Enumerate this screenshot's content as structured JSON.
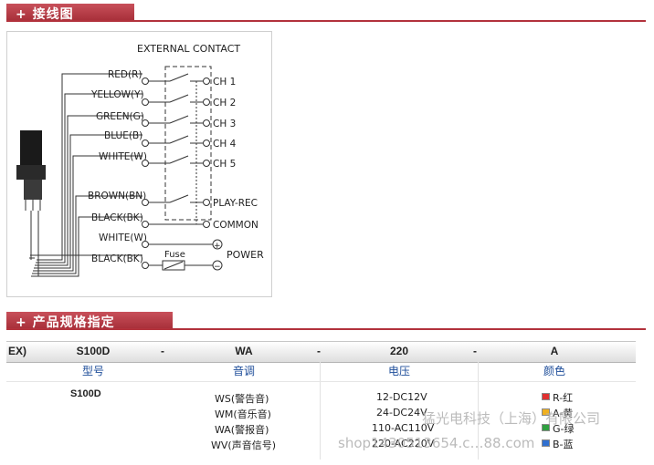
{
  "section1": {
    "title": "+ 接线图"
  },
  "section2": {
    "title": "+ 产品规格指定"
  },
  "diagram": {
    "header": "EXTERNAL CONTACT",
    "wires_left": [
      "RED(R)",
      "YELLOW(Y)",
      "GREEN(G)",
      "BLUE(B)",
      "WHITE(W)",
      "BROWN(BN)",
      "BLACK(BK)",
      "WHITE(W)",
      "BLACK(BK)"
    ],
    "channels": [
      "CH 1",
      "CH 2",
      "CH 3",
      "CH 4",
      "CH 5"
    ],
    "play_rec": "PLAY-REC",
    "common": "COMMON",
    "fuse": "Fuse",
    "power": "POWER",
    "plus": "+",
    "minus": "−"
  },
  "spec": {
    "header": {
      "ex": "EX)",
      "model": "S100D",
      "dash1": "-",
      "sound": "WA",
      "dash2": "-",
      "voltage": "220",
      "dash3": "-",
      "color": "A"
    },
    "labels": {
      "model": "型号",
      "sound": "音调",
      "voltage": "电压",
      "color": "颜色"
    },
    "model_value": "S100D",
    "sounds": [
      "WS(警告音)",
      "WM(音乐音)",
      "WA(警报音)",
      "WV(声音信号)"
    ],
    "voltages": [
      "12-DC12V",
      "24-DC24V",
      "110-AC110V",
      "220-AC220V"
    ],
    "colors": [
      {
        "label": "R-红",
        "swatch": "#e03030"
      },
      {
        "label": "A-黄",
        "swatch": "#f0b020"
      },
      {
        "label": "G-绿",
        "swatch": "#30a040"
      },
      {
        "label": "B-蓝",
        "swatch": "#3070d0"
      }
    ]
  },
  "watermark": {
    "line1": "猛光电科技（上海）有限公司",
    "line2": "shop1430513654.c…88.com"
  }
}
